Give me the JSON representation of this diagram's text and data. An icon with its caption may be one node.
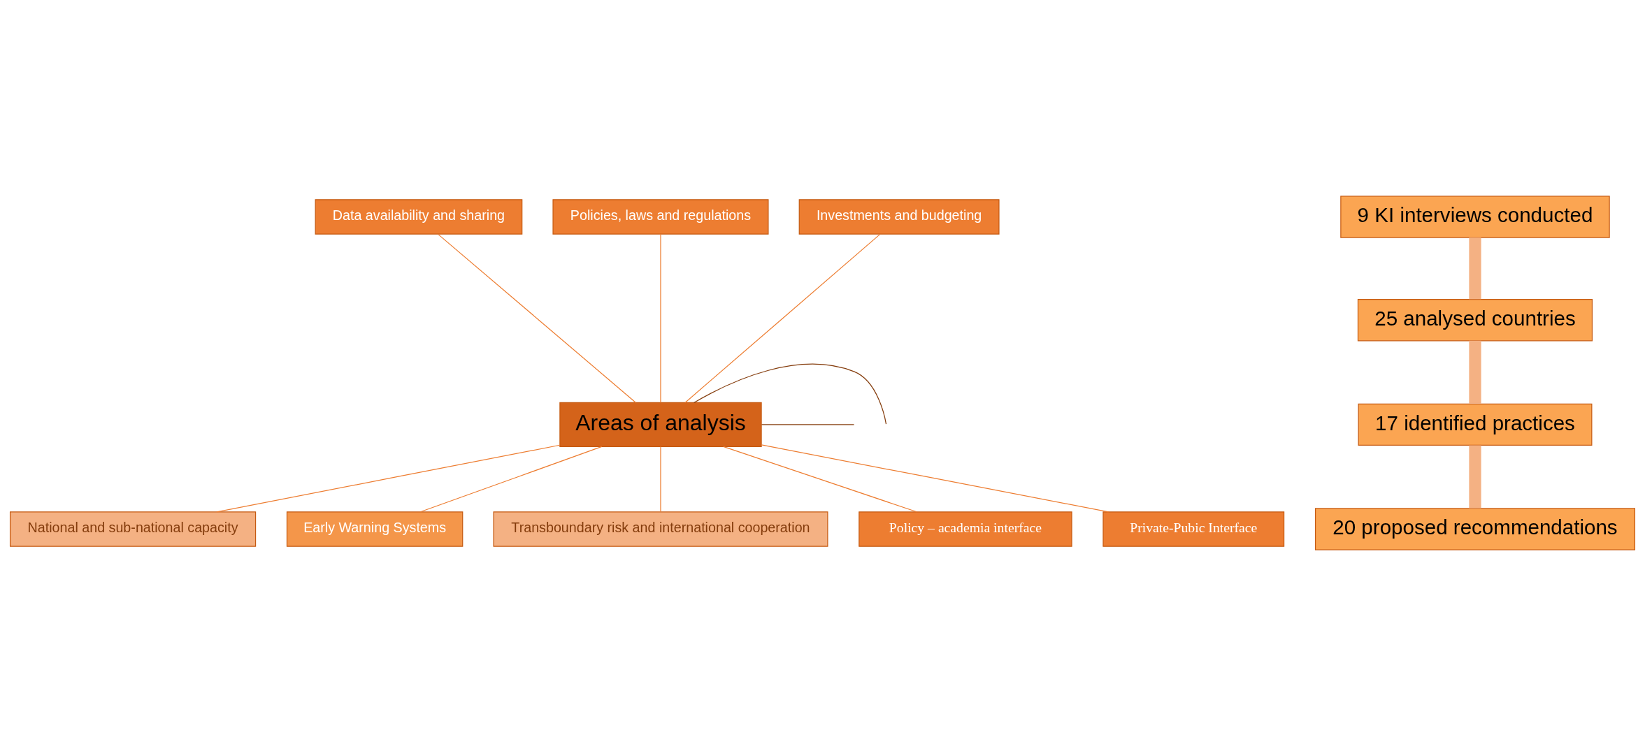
{
  "diagram": {
    "nodes": [
      {
        "text": [
          "Data availability and sharing"
        ]
      },
      {
        "text": [
          "Policies, laws and regulations"
        ]
      },
      {
        "text": [
          "Investments and budgeting"
        ]
      },
      {
        "text": [
          "Areas of analysis"
        ]
      },
      {
        "text": [
          "National and sub-national capacity"
        ]
      },
      {
        "text": [
          "Early Warning Systems"
        ]
      },
      {
        "text": [
          "Transboundary risk and international cooperation"
        ]
      },
      {
        "text": [
          "Policy – academia interface"
        ]
      },
      {
        "text": [
          "Private-Pubic Interface"
        ]
      },
      {
        "text": [
          "9 KI interviews conducted"
        ]
      },
      {
        "text": [
          "25 analysed countries"
        ]
      },
      {
        "text": [
          "17 identified practices"
        ]
      },
      {
        "text": [
          "20 proposed recommendations"
        ]
      }
    ],
    "edges": [
      {
        "from": 3,
        "to": 0,
        "arrow": "none"
      },
      {
        "from": 3,
        "to": 1,
        "arrow": "none"
      },
      {
        "from": 3,
        "to": 2,
        "arrow": "none"
      },
      {
        "from": 3,
        "to": null,
        "arrow": "none",
        "color": "#843c0c"
      },
      {
        "from": 3,
        "to": null,
        "arrow": "none",
        "color": "#843c0c"
      },
      {
        "from": 3,
        "to": 4,
        "arrow": "none"
      },
      {
        "from": 3,
        "to": 5,
        "arrow": "none"
      },
      {
        "from": 3,
        "to": 6,
        "arrow": "none"
      },
      {
        "from": 3,
        "to": 7,
        "arrow": "none"
      },
      {
        "from": 3,
        "to": 8,
        "arrow": "none"
      },
      {
        "from": 9,
        "to": 10,
        "arrow": "none",
        "style": "thick",
        "color": "#f4b183"
      },
      {
        "from": 10,
        "to": 11,
        "arrow": "none",
        "style": "thick",
        "color": "#f4b183"
      },
      {
        "from": 11,
        "to": 12,
        "arrow": "none",
        "style": "thick",
        "color": "#f4b183"
      }
    ]
  }
}
